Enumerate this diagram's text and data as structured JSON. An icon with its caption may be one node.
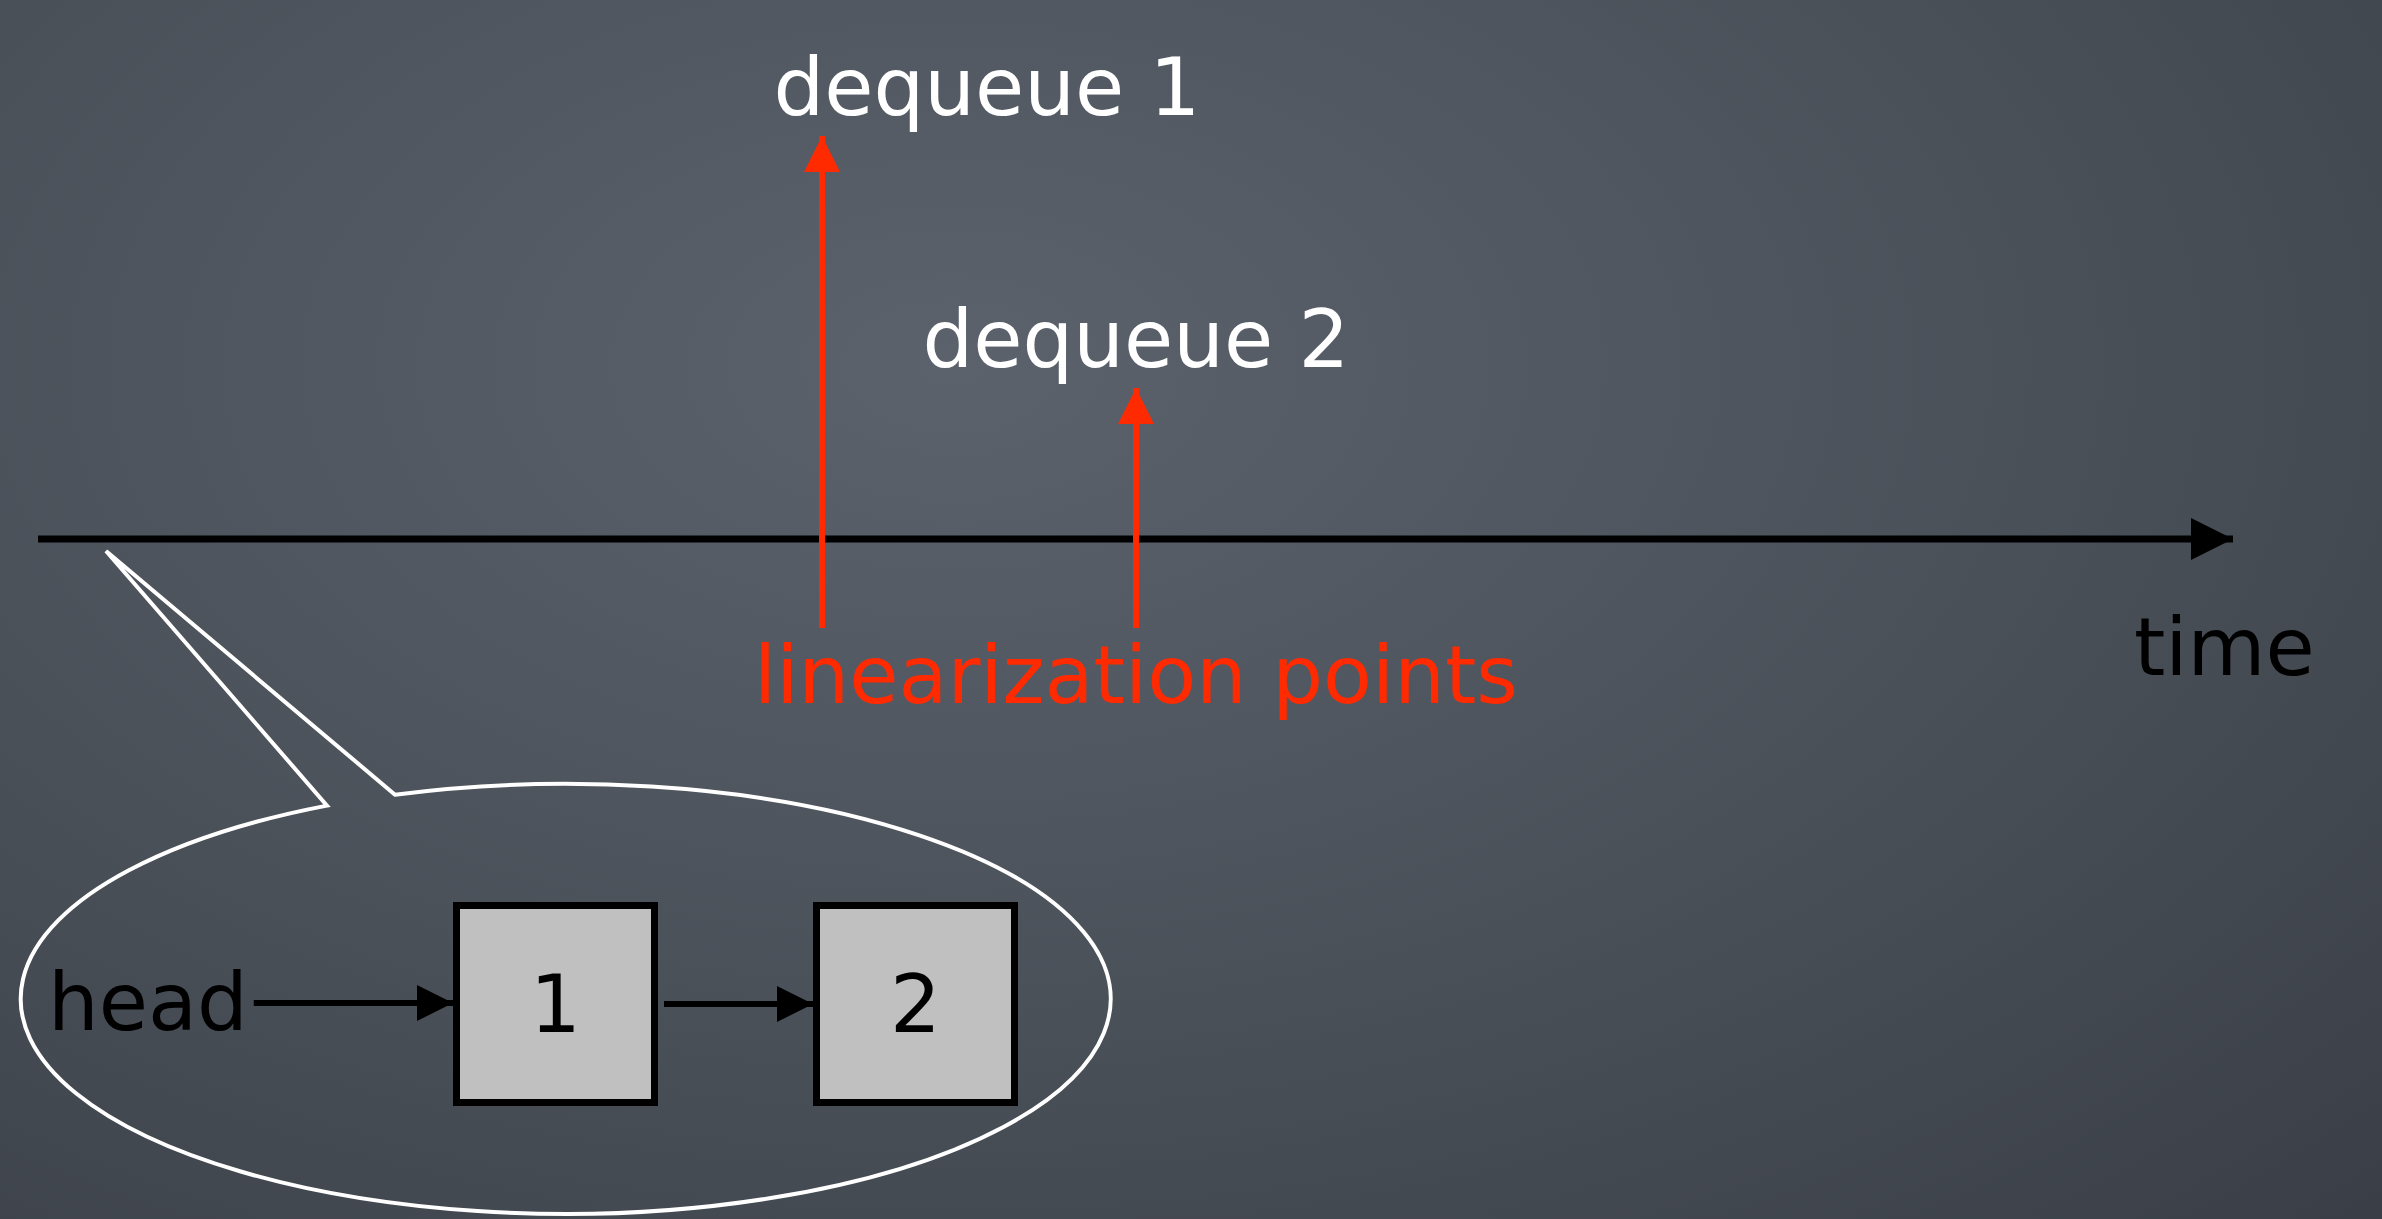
{
  "diagram": {
    "nodes": [
      {
        "text": [
          "dequeue 1"
        ]
      },
      {
        "text": [
          "dequeue 2"
        ]
      },
      {
        "text": [
          "linearization points"
        ]
      },
      {
        "text": [],
        "shape": "ellipse"
      },
      {
        "text": [
          "head"
        ],
        "in": 3
      },
      {
        "text": [
          "1"
        ],
        "in": 3
      },
      {
        "text": [
          "2"
        ],
        "in": 3
      }
    ],
    "edges": [
      {
        "from": 2,
        "to": 0,
        "arrow": "to",
        "color": "#ff2a00"
      },
      {
        "from": 2,
        "to": 1,
        "arrow": "to",
        "color": "#ff2a00"
      },
      {
        "from": 4,
        "to": 5,
        "arrow": "to",
        "color": "#000000"
      },
      {
        "from": 5,
        "to": 6,
        "arrow": "to",
        "color": "#000000"
      }
    ],
    "labels": [
      "time"
    ]
  }
}
